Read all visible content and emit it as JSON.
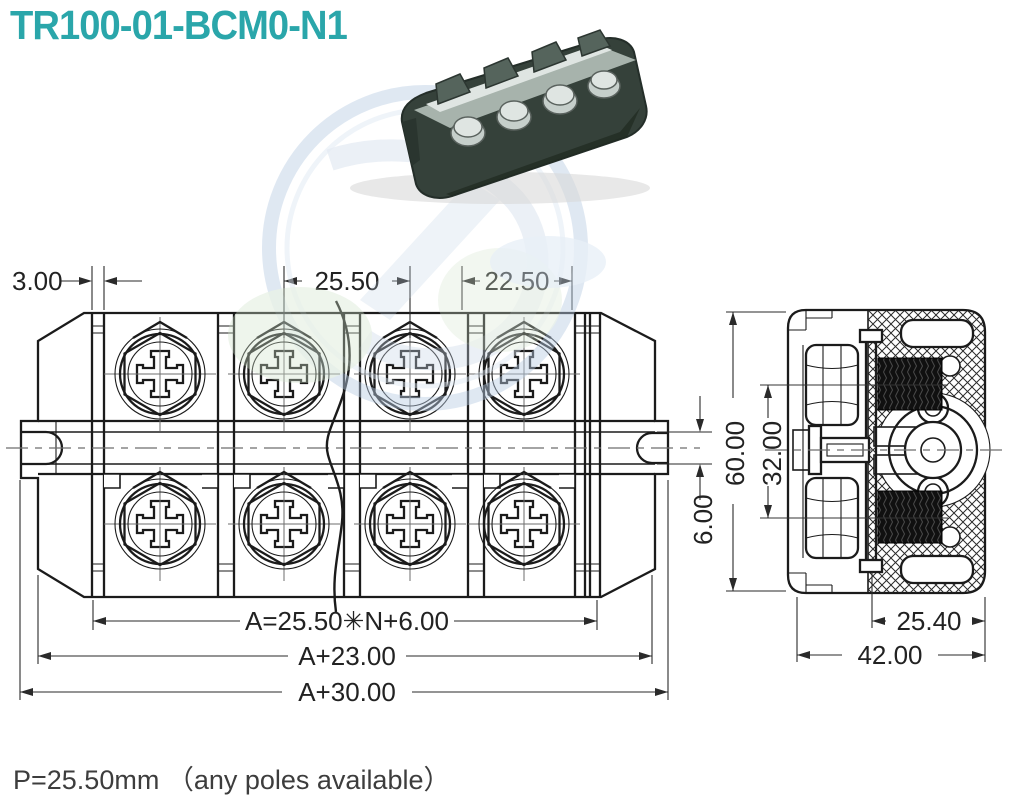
{
  "title": "TR100-01-BCM0-N1",
  "footer_note": "P=25.50mm （any poles available）",
  "product_photo": {
    "alt": "4-pole barrier terminal block, dark green housing, metal screws"
  },
  "front_view": {
    "dim_wall_width": "3.00",
    "dim_pitch": "25.50",
    "dim_end_pitch": "22.50",
    "dim_slot": "6.00",
    "dim_formula": "A=25.50✳N+6.00",
    "dim_body_length": "A+23.00",
    "dim_overall_length": "A+30.00",
    "poles_shown": 4,
    "screw_rows": 2
  },
  "side_view": {
    "dim_height": "60.00",
    "dim_screw_spacing": "32.00",
    "dim_upper_depth": "25.40",
    "dim_overall_depth": "42.00"
  },
  "colors": {
    "title_teal": "#2aa6aa",
    "drawing_line": "#1b1b1b",
    "watermark_blue": "#c3d4e6",
    "watermark_green": "#d5e5d0",
    "photo_body_green": "#35413a",
    "photo_metal": "#c6cfcb"
  }
}
